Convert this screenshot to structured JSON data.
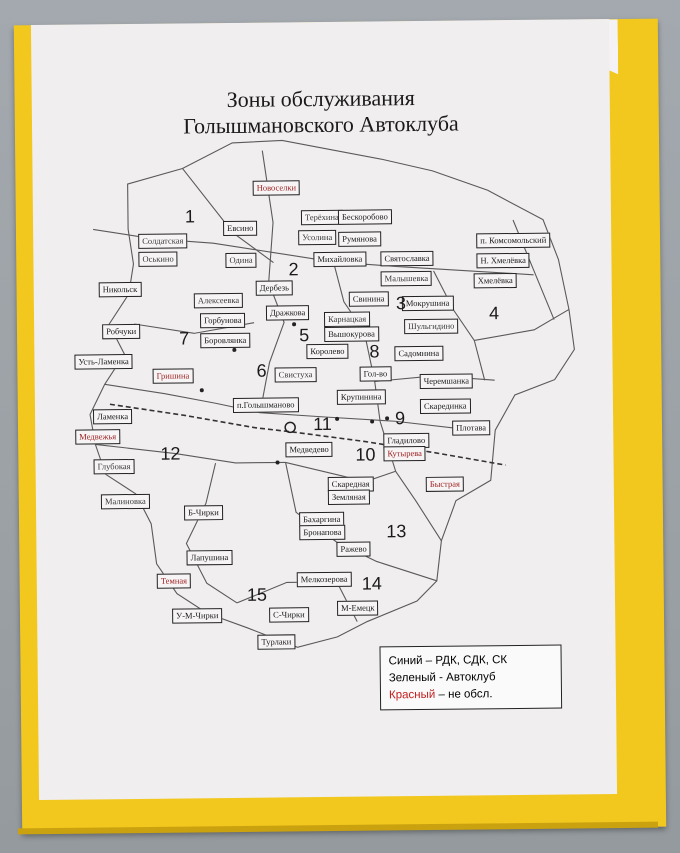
{
  "title": {
    "line1": "Зоны обслуживания",
    "line2": "Голышмановского Автоклуба"
  },
  "legend": [
    {
      "name": "Синий",
      "rest": " – РДК, СДК, СК",
      "color": "#1a1a1a"
    },
    {
      "name": "Зеленый",
      "rest": " - Автоклуб",
      "color": "#1a1a1a"
    },
    {
      "name": "Красный",
      "rest": " – не обсл.",
      "color": "#c42020"
    }
  ],
  "zones": [
    "1",
    "2",
    "3",
    "4",
    "5",
    "6",
    "7",
    "8",
    "9",
    "10",
    "11",
    "12",
    "13",
    "14",
    "15"
  ],
  "settlements": [
    {
      "text": "Новоселки",
      "c": "red"
    },
    {
      "text": "Терёхина",
      "c": "green"
    },
    {
      "text": "Бескоробово",
      "c": "blue"
    },
    {
      "text": "Солдатская",
      "c": "green"
    },
    {
      "text": "Евсино",
      "c": "blue"
    },
    {
      "text": "Усолина",
      "c": "green"
    },
    {
      "text": "Румянова",
      "c": "blue"
    },
    {
      "text": "п. Комсомольский",
      "c": "blue"
    },
    {
      "text": "Оськино",
      "c": "green"
    },
    {
      "text": "Одина",
      "c": "green"
    },
    {
      "text": "Михайловка",
      "c": "blue"
    },
    {
      "text": "Святославка",
      "c": "blue"
    },
    {
      "text": "Н. Хмелёвка",
      "c": "blue"
    },
    {
      "text": "Малышевка",
      "c": "green"
    },
    {
      "text": "Хмелёвка",
      "c": "blue"
    },
    {
      "text": "Никольск",
      "c": "blue"
    },
    {
      "text": "Алексеевка",
      "c": "green"
    },
    {
      "text": "Дербезь",
      "c": "blue"
    },
    {
      "text": "Свинина",
      "c": "blue"
    },
    {
      "text": "Мокрушина",
      "c": "blue"
    },
    {
      "text": "Горбунова",
      "c": "blue"
    },
    {
      "text": "Дражкова",
      "c": "blue"
    },
    {
      "text": "Карнацкая",
      "c": "green"
    },
    {
      "text": "Вышокурова",
      "c": "blue"
    },
    {
      "text": "Шульгидино",
      "c": "green"
    },
    {
      "text": "Робчуки",
      "c": "blue"
    },
    {
      "text": "Боровлянка",
      "c": "blue"
    },
    {
      "text": "Королево",
      "c": "blue"
    },
    {
      "text": "Садомнина",
      "c": "blue"
    },
    {
      "text": "Усть-Ламенка",
      "c": "blue"
    },
    {
      "text": "Гришина",
      "c": "red"
    },
    {
      "text": "Свистуха",
      "c": "green"
    },
    {
      "text": "Гол-во",
      "c": "blue"
    },
    {
      "text": "Черемшанка",
      "c": "blue"
    },
    {
      "text": "Крупинина",
      "c": "blue"
    },
    {
      "text": "п.Голышманово",
      "c": "blue"
    },
    {
      "text": "Скарединка",
      "c": "blue"
    },
    {
      "text": "Ламенка",
      "c": "blue"
    },
    {
      "text": "Плотава",
      "c": "blue"
    },
    {
      "text": "Медвежья",
      "c": "red"
    },
    {
      "text": "Медведево",
      "c": "blue"
    },
    {
      "text": "Гладилово",
      "c": "blue"
    },
    {
      "text": "Кутырева",
      "c": "red"
    },
    {
      "text": "Глубокая",
      "c": "green"
    },
    {
      "text": "Скаредная",
      "c": "blue"
    },
    {
      "text": "Земляная",
      "c": "blue"
    },
    {
      "text": "Быстрая",
      "c": "red"
    },
    {
      "text": "Малиновка",
      "c": "green"
    },
    {
      "text": "Б-Чирки",
      "c": "blue"
    },
    {
      "text": "Бахаргина",
      "c": "blue"
    },
    {
      "text": "Бронапова",
      "c": "blue"
    },
    {
      "text": "Ражево",
      "c": "blue"
    },
    {
      "text": "Лапушина",
      "c": "blue"
    },
    {
      "text": "Темная",
      "c": "red"
    },
    {
      "text": "Мелкозерова",
      "c": "blue"
    },
    {
      "text": "У-М-Чирки",
      "c": "blue"
    },
    {
      "text": "С-Чирки",
      "c": "blue"
    },
    {
      "text": "М-Емецк",
      "c": "blue"
    },
    {
      "text": "Турлаки",
      "c": "blue"
    }
  ]
}
